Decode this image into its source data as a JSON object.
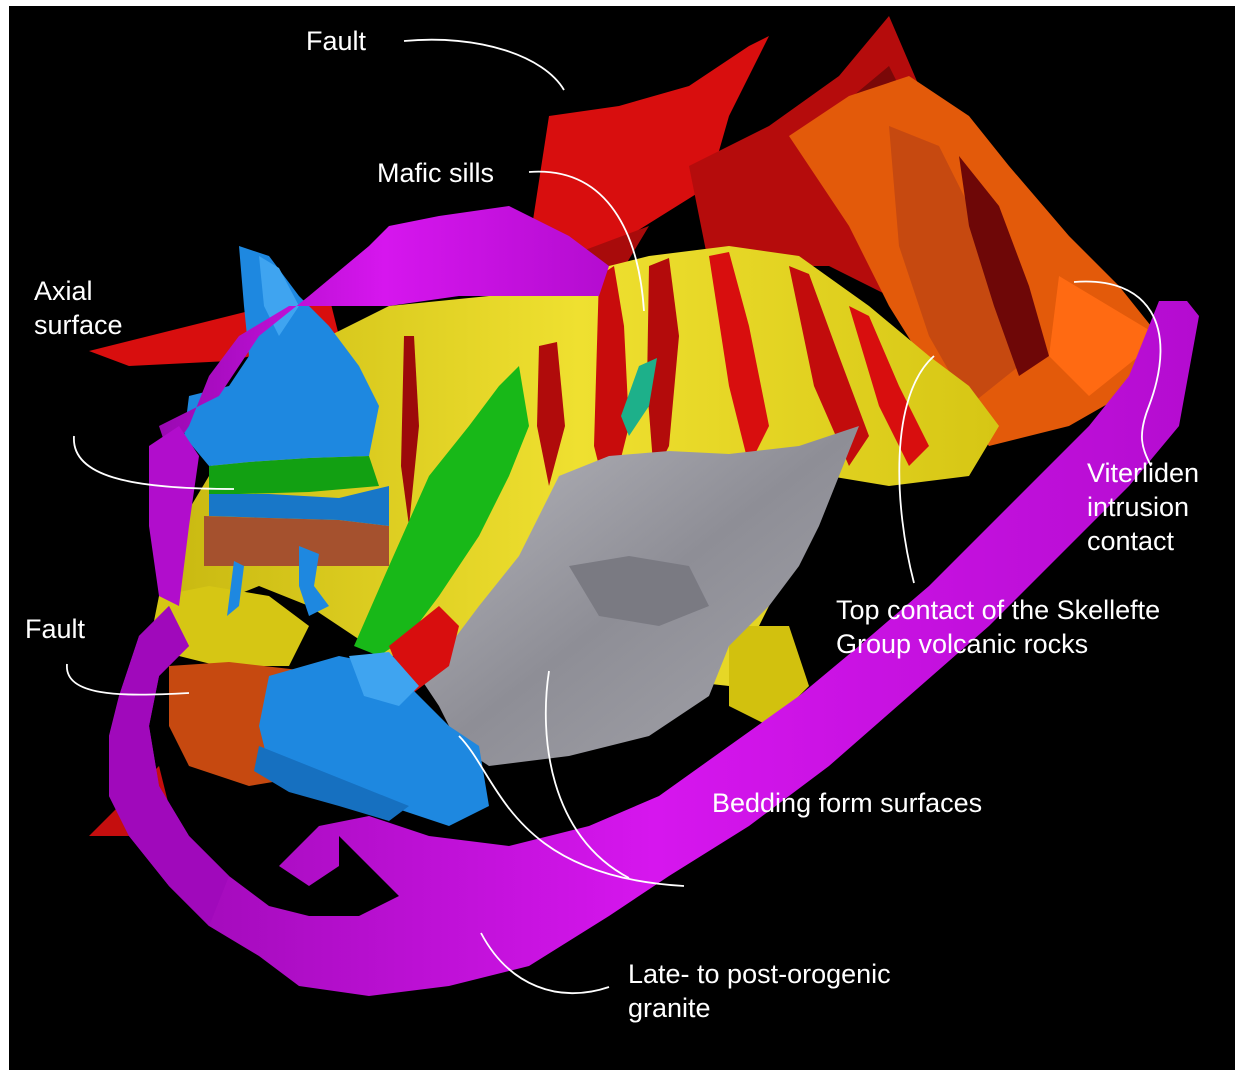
{
  "labels": {
    "fault_top": "Fault",
    "mafic_sills": "Mafic sills",
    "axial_surface_line1": "Axial",
    "axial_surface_line2": "surface",
    "fault_left": "Fault",
    "viterliden_line1": "Viterliden",
    "viterliden_line2": "intrusion",
    "viterliden_line3": "contact",
    "top_contact_line1": "Top contact of the Skellefte",
    "top_contact_line2": "Group volcanic rocks",
    "bedding": "Bedding form surfaces",
    "granite_line1": "Late- to post-orogenic",
    "granite_line2": "granite"
  },
  "colors": {
    "background": "#000000",
    "fault": "#d80e0e",
    "fault_dark": "#8a0a0a",
    "granite": "#c50ce0",
    "bedding_yellow": "#e3d21c",
    "axial_blue": "#1e88e0",
    "mafic_green": "#18b818",
    "volcanic_gray": "#8e8e96",
    "intrusion_orange": "#e35a0a",
    "fault_orange_brown": "#c64910",
    "leader": "#ffffff"
  }
}
